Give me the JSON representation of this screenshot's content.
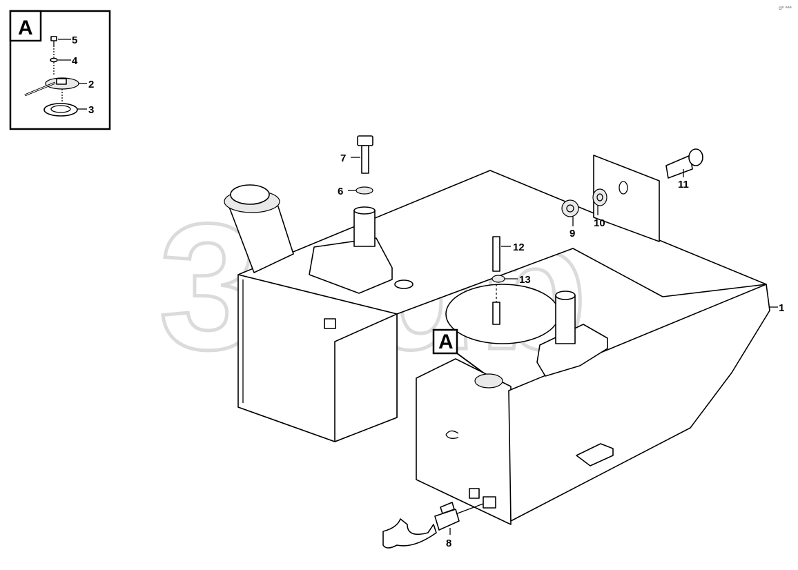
{
  "detail": {
    "letter": "A",
    "callouts": [
      "5",
      "4",
      "2",
      "3"
    ]
  },
  "main_callouts": {
    "tank": "1",
    "drain_valve": "8",
    "nut": "9",
    "washer": "10",
    "bolt_bracket": "11",
    "stud": "12",
    "stud_washer": "13",
    "bolt_top": "7",
    "washer_top": "6"
  },
  "detail_reference": "A",
  "watermark": "3ndb",
  "corner_mark": "ɑᵉ ᵃᵃᵃ"
}
